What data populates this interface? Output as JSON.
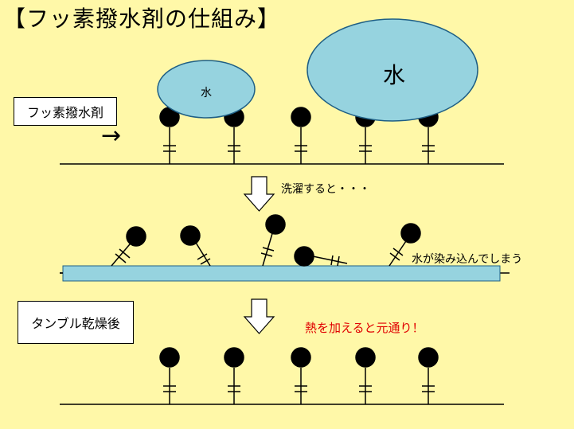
{
  "title": "【フッ素撥水剤の仕組み】",
  "labels": {
    "fluoro_agent": "フッ素撥水剤",
    "after_tumble_dry": "タンブル乾燥後"
  },
  "notes": {
    "after_wash": "洗濯すると・・・",
    "water_soaks": "水が染み込んでしまう",
    "heat_restores": "熱を加えると元通り！"
  },
  "water": {
    "small": "水",
    "large": "水"
  },
  "arrow_symbol": "→",
  "colors": {
    "background": "#fff8a8",
    "water": "#96d3df",
    "fabric": "#96d3df",
    "emphasis": "#e00000"
  }
}
